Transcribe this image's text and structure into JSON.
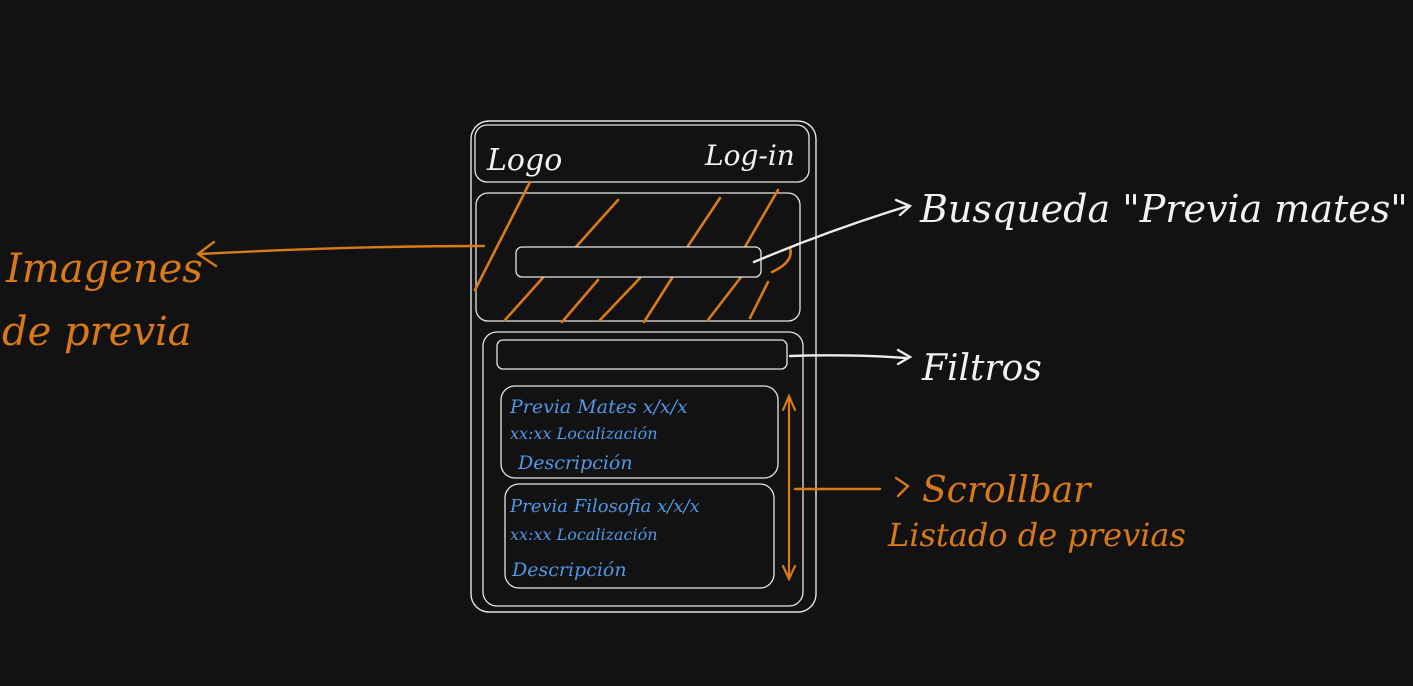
{
  "colors": {
    "background": "#121212",
    "sketch": "#e6e6e6",
    "annotation_orange": "#d97a17",
    "card_blue": "#4f98e8"
  },
  "mock": {
    "header": {
      "logo": "Logo",
      "login": "Log-in"
    },
    "events": [
      {
        "title": "Previa Mates  x/x/x",
        "meta": "xx:xx  Localización",
        "desc": "Descripción"
      },
      {
        "title": "Previa Filosofia x/x/x",
        "meta": "xx:xx   Localización",
        "desc": "Descripción"
      }
    ]
  },
  "annotations": {
    "search": "Busqueda \"Previa mates\"",
    "filters": "Filtros",
    "images_line1": "Imagenes",
    "images_line2": "de previa",
    "scroll_line1": "Scrollbar",
    "scroll_line2": "Listado de previas"
  }
}
